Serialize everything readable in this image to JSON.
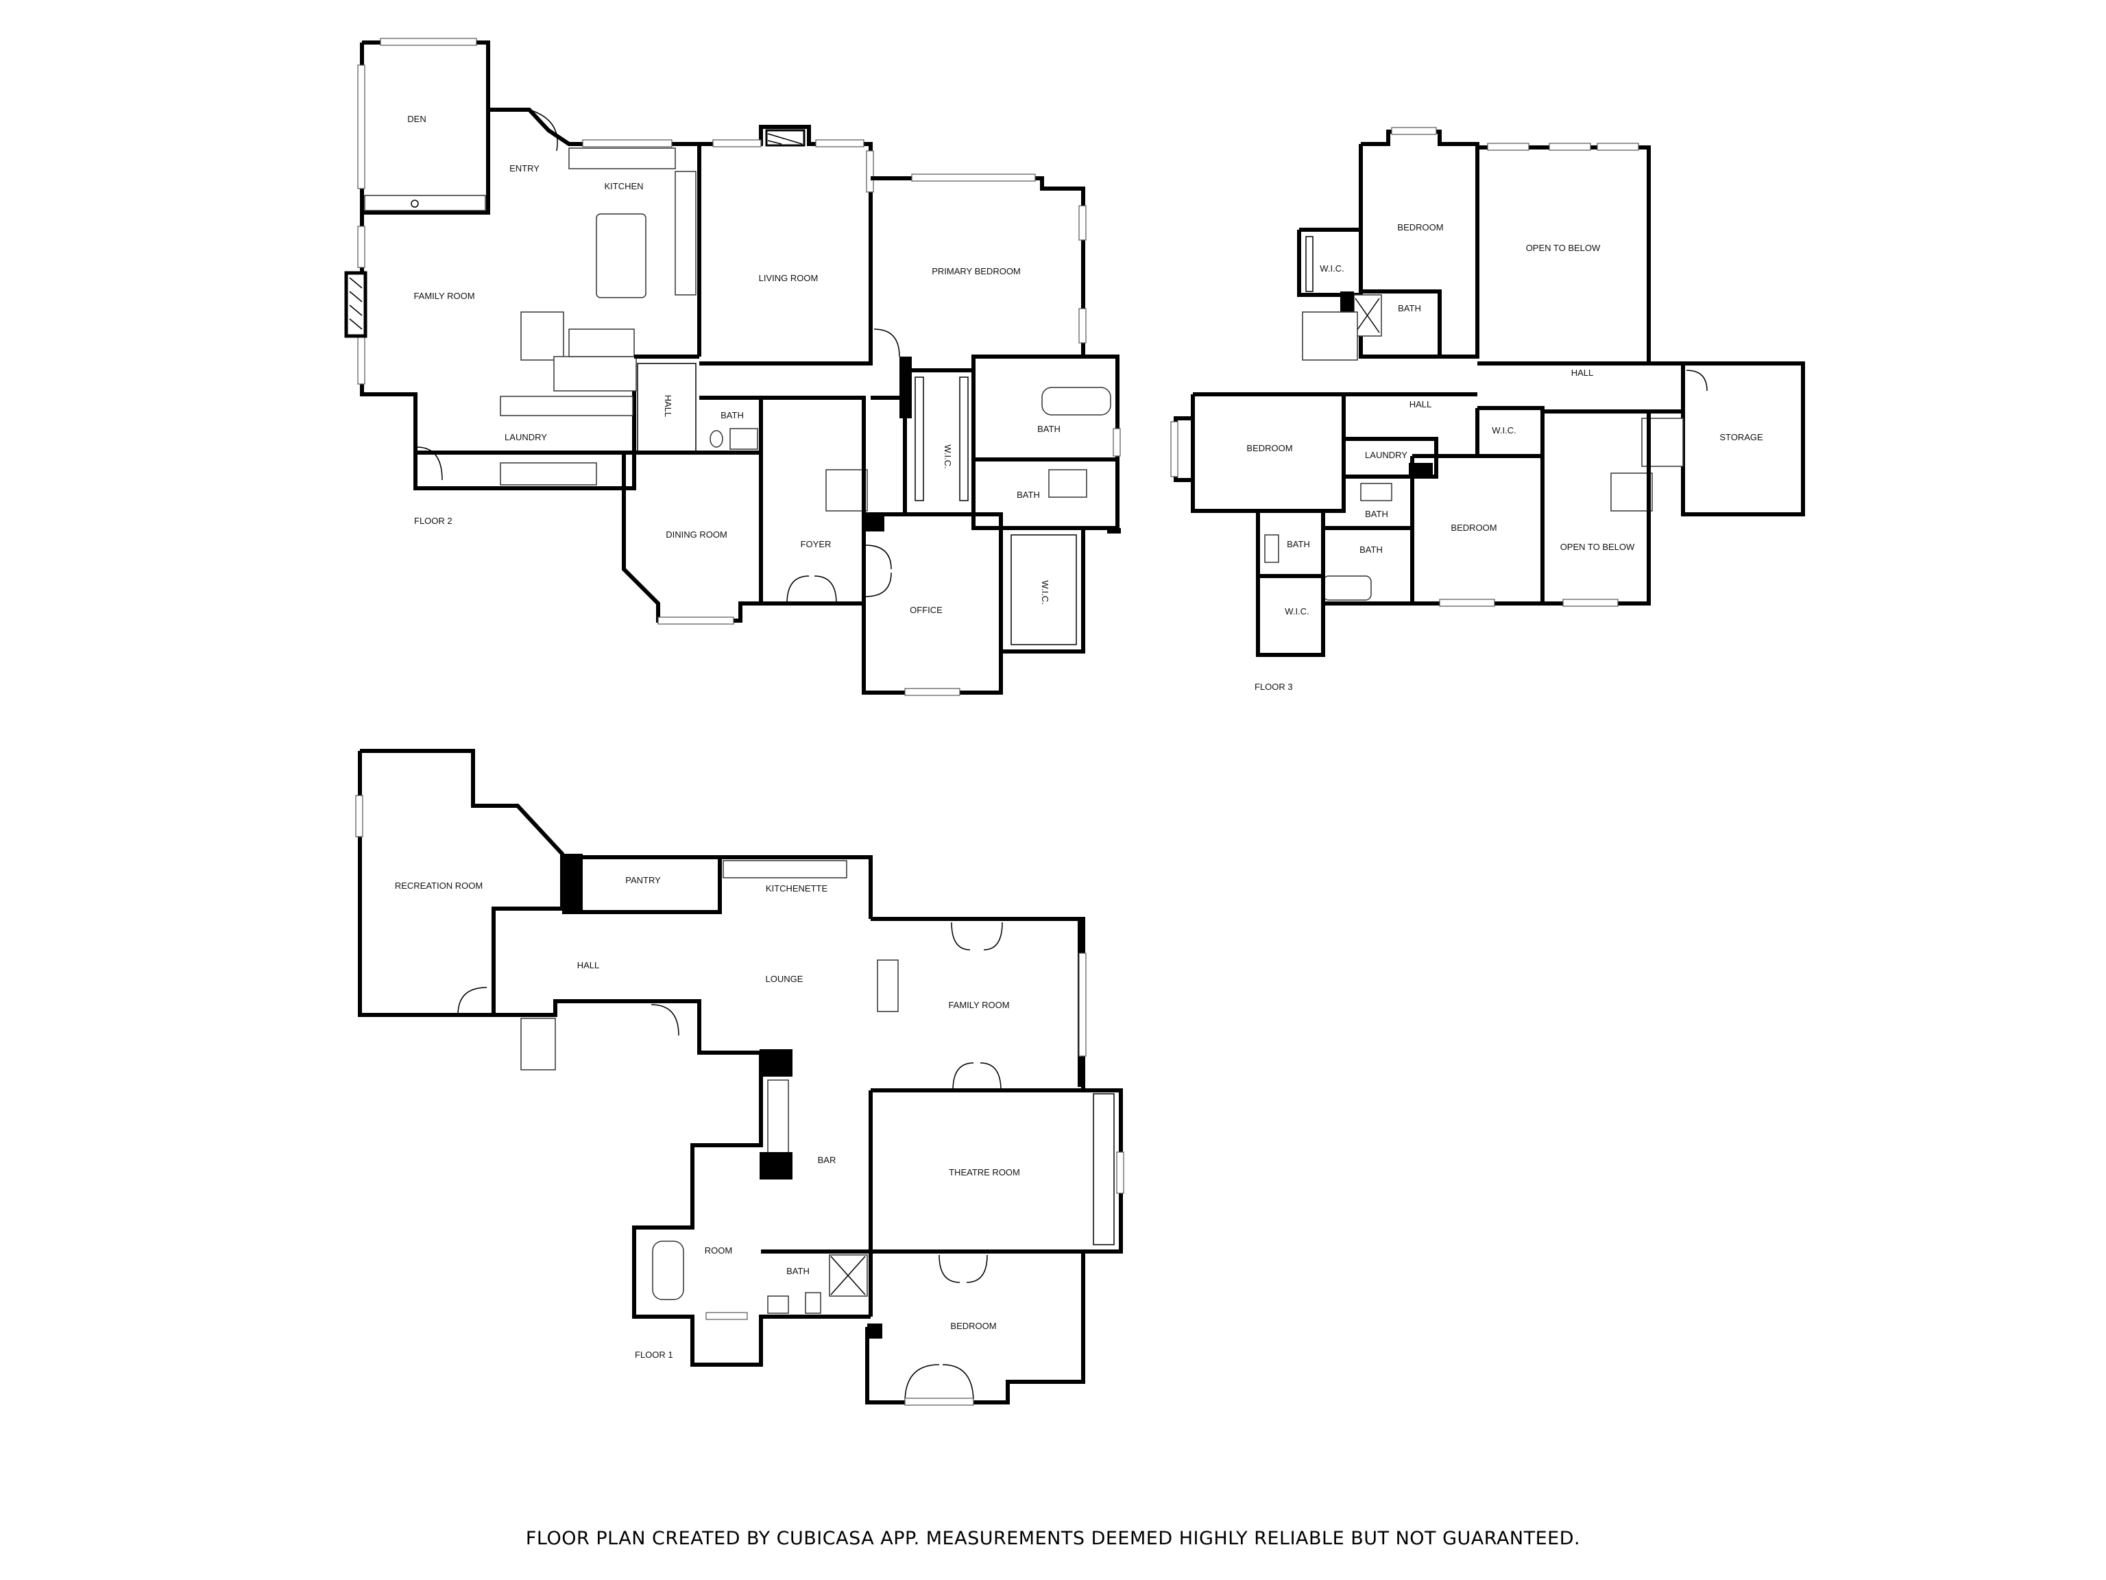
{
  "floors": [
    {
      "label": "FLOOR 2",
      "rooms": [
        "DEN",
        "ENTRY",
        "KITCHEN",
        "FAMILY ROOM",
        "LIVING ROOM",
        "PRIMARY BEDROOM",
        "HALL",
        "BATH",
        "LAUNDRY",
        "W.I.C.",
        "BATH",
        "BATH",
        "DINING ROOM",
        "FOYER",
        "OFFICE",
        "W.I.C."
      ]
    },
    {
      "label": "FLOOR 3",
      "rooms": [
        "BEDROOM",
        "OPEN TO BELOW",
        "W.I.C.",
        "BATH",
        "HALL",
        "HALL",
        "BEDROOM",
        "STORAGE",
        "W.I.C.",
        "LAUNDRY",
        "BATH",
        "BEDROOM",
        "BATH",
        "BATH",
        "OPEN TO BELOW",
        "W.I.C."
      ]
    },
    {
      "label": "FLOOR 1",
      "rooms": [
        "RECREATION ROOM",
        "PANTRY",
        "KITCHENETTE",
        "HALL",
        "LOUNGE",
        "FAMILY ROOM",
        "BAR",
        "THEATRE ROOM",
        "ROOM",
        "BATH",
        "BEDROOM"
      ]
    }
  ],
  "footer": "FLOOR PLAN CREATED BY CUBICASA APP. MEASUREMENTS DEEMED HIGHLY RELIABLE BUT NOT GUARANTEED."
}
